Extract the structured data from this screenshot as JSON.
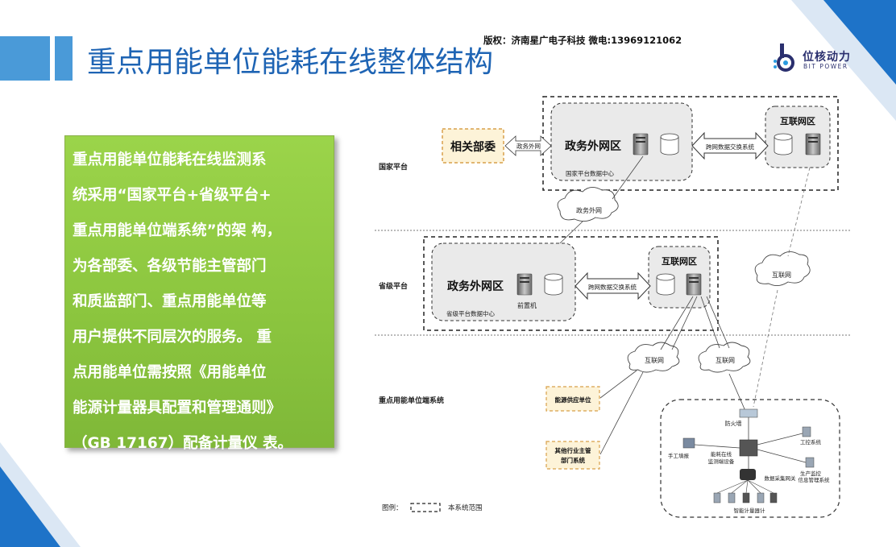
{
  "slide": {
    "title": "重点用能单位能耗在线整体结构",
    "copyright": "版权：济南星广电子科技   微电:13969121062",
    "logo": {
      "cn": "位核动力",
      "en": "BIT POWER"
    },
    "description_lines": [
      "重点用能单位能耗在线监测系",
      "统采用“国家平台+省级平台+",
      "重点用能单位端系统”的架 构，",
      "为各部委、各级节能主管部门",
      "和质监部门、重点用能单位等",
      "用户提供不同层次的服务。 重",
      "点用能单位需按照《用能单位",
      "能源计量器具配置和管理通则》",
      "（GB 17167）配备计量仪 表。"
    ]
  },
  "diagram": {
    "rows": {
      "national": "国家平台",
      "provincial": "省级平台",
      "unit": "重点用能单位端系统"
    },
    "national": {
      "dept": "相关部委",
      "link": "政务外网",
      "gov_zone": "政务外网区",
      "data_center": "国家平台数据中心",
      "exchange": "跨网数据交换系统",
      "internet_zone": "互联网区"
    },
    "cloud_gov": "政务外网",
    "provincial": {
      "gov_zone": "政务外网区",
      "data_center": "省级平台数据中心",
      "front": "前置机",
      "exchange": "跨网数据交换系统",
      "internet_zone": "互联网区"
    },
    "cloud_internet": "互联网",
    "unit": {
      "energy_supply": "能源供应单位",
      "other_dept_l1": "其他行业主管",
      "other_dept_l2": "部门系统",
      "firewall": "防火墙",
      "manual": "手工填报",
      "terminal_l1": "能耗在线",
      "terminal_l2": "监测端设备",
      "control": "工控系统",
      "prod_l1": "生产监控",
      "prod_l2": "信息管理系统",
      "gateway": "数据采集网关",
      "meters": "智能计量器计"
    },
    "legend": {
      "prefix": "图例：",
      "suffix": "本系统范围"
    }
  },
  "colors": {
    "title": "#1e64b4",
    "accent": "#1e73c8",
    "green": "#8cc63f",
    "dept_bg": "#fdf3d8",
    "dept_border": "#d8a04a"
  }
}
